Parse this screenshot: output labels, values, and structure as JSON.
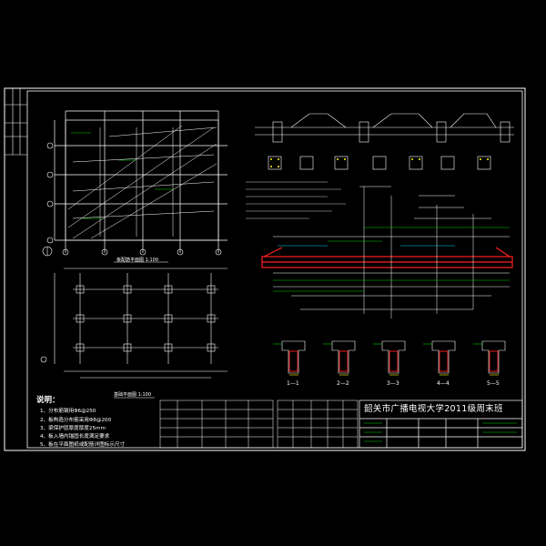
{
  "drawing": {
    "title": "韶关市广播电视大学2011级周末班",
    "notes_title": "说明：",
    "notes": [
      "1、分布筋钢用Φ6@250",
      "2、板构造分布筋采用Φ8@200",
      "3、梁保护层厚度厚度25mm",
      "4、板入墙内锚固长度满足要求",
      "5、板在平面图纸或配筋详图标示尺寸"
    ],
    "sections": [
      "1—1",
      "2—2",
      "3—3",
      "4—4",
      "5—5"
    ],
    "plan_caption": "板配筋平面图 1:100",
    "detail_caption": "基础平面图 1:100",
    "colors": {
      "background": "#000000",
      "line": "#ffffff",
      "rebar_red": "#ff2020",
      "green": "#00d000",
      "yellow": "#ffff00",
      "cyan": "#00e0ff"
    }
  }
}
